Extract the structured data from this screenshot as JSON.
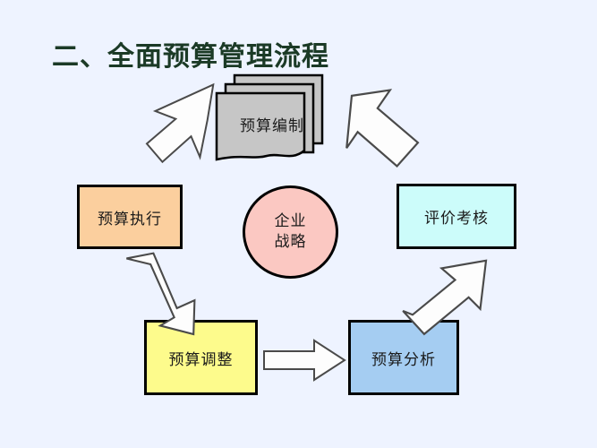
{
  "slide": {
    "title": "二、全面预算管理流程",
    "background_color": "#eef3ff",
    "title_color": "#1b3a26"
  },
  "center": {
    "name": "企业战略",
    "line1": "企业",
    "line2": "战略",
    "fill_color": "#fbc8c2",
    "border_color": "#000000"
  },
  "nodes": [
    {
      "id": "prepare",
      "label": "预算编制",
      "shape": "stacked-document",
      "fill_color": "#c6c6c6",
      "border_color": "#000000",
      "position": "top"
    },
    {
      "id": "execute",
      "label": "预算执行",
      "shape": "rectangle",
      "fill_color": "#fbcf9e",
      "border_color": "#000000",
      "position": "left"
    },
    {
      "id": "evaluate",
      "label": "评价考核",
      "shape": "rectangle",
      "fill_color": "#ccfcfa",
      "border_color": "#000000",
      "position": "right"
    },
    {
      "id": "adjust",
      "label": "预算调整",
      "shape": "rectangle",
      "fill_color": "#fdfb8c",
      "border_color": "#000000",
      "position": "bottom-left"
    },
    {
      "id": "analyze",
      "label": "预算分析",
      "shape": "rectangle",
      "fill_color": "#a5cdf2",
      "border_color": "#000000",
      "position": "bottom-right"
    }
  ],
  "arrows": [
    {
      "id": "prepare-to-execute",
      "from": "预算编制",
      "to": "预算执行",
      "direction": "down-left",
      "fill_color": "#fdfdfd"
    },
    {
      "id": "evaluate-to-prepare",
      "from": "评价考核",
      "to": "预算编制",
      "direction": "up-left",
      "fill_color": "#fdfdfd"
    },
    {
      "id": "execute-to-adjust",
      "from": "预算执行",
      "to": "预算调整",
      "direction": "down-right",
      "fill_color": "#fdfdfd"
    },
    {
      "id": "adjust-to-analyze",
      "from": "预算调整",
      "to": "预算分析",
      "direction": "right",
      "fill_color": "#fdfdfd"
    },
    {
      "id": "analyze-to-evaluate",
      "from": "预算分析",
      "to": "评价考核",
      "direction": "up-right",
      "fill_color": "#fdfdfd"
    }
  ]
}
